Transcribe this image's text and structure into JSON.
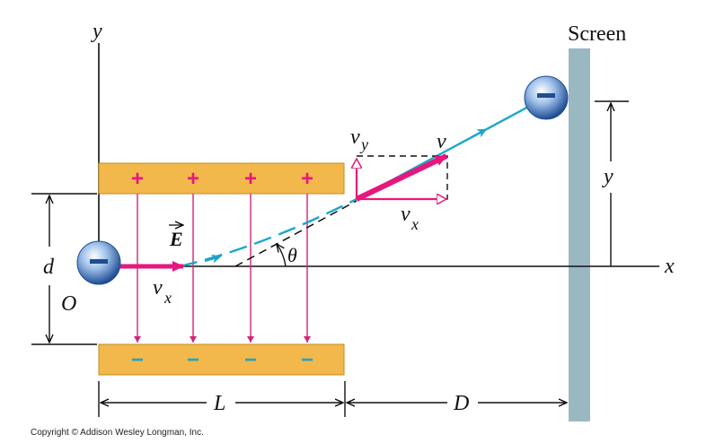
{
  "labels": {
    "screen": "Screen",
    "axis_y": "y",
    "axis_x": "x",
    "origin": "O",
    "plate_sep": "d",
    "plate_len": "L",
    "drift_len": "D",
    "deflection": "y",
    "field": "E",
    "angle": "θ",
    "v_x_initial": "v",
    "v_x_initial_sub": "x",
    "v_y": "v",
    "v_y_sub": "y",
    "v": "v",
    "v_x": "v",
    "v_x_sub": "x"
  },
  "plate_signs": {
    "top": [
      "+",
      "+",
      "+",
      "+"
    ],
    "bottom": [
      "−",
      "−",
      "−",
      "−"
    ]
  },
  "electron_sign": "−",
  "copyright": "Copyright © Addison Wesley Longman, Inc.",
  "colors": {
    "plate": "#f2b84b",
    "field_lines": "#d4237e",
    "velocity": "#e6177d",
    "trajectory": "#1ba6c9",
    "screen": "#9ab8c2",
    "electron": "#2f5fa8"
  }
}
